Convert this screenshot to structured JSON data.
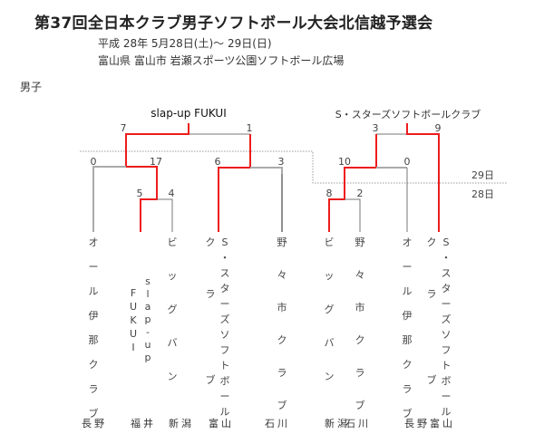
{
  "header": {
    "title": "第37回全日本クラブ男子ソフトボール大会北信越予選会",
    "date": "平成 28年  5月28日(土)～ 29日(日)",
    "venue": "富山県 富山市  岩瀬スポーツ公園ソフトボール広場"
  },
  "section_label": "男子",
  "day_labels": {
    "day2": "29日",
    "day1": "28日"
  },
  "colors": {
    "winner_line": "#ee1c1c",
    "loser_line": "#777777",
    "light_line": "#aaaaaa",
    "dotted": "#999999"
  },
  "brackets": [
    {
      "winner": "slap-up  FUKUI",
      "final_scores": [
        "7",
        "1"
      ],
      "semi_left_scores": [
        "0",
        "17"
      ],
      "first_round_scores": [
        "5",
        "4"
      ],
      "semi_right_scores": [
        "6",
        "3"
      ]
    },
    {
      "winner": "S・スターズソフトボールクラブ",
      "final_scores": [
        "3",
        "9"
      ],
      "semi_scores": [
        "10",
        "0"
      ],
      "first_round_scores": [
        "8",
        "2"
      ]
    }
  ],
  "teams": [
    {
      "name": "オール伊那クラブ",
      "prefecture": "長野"
    },
    {
      "name": "slap-up FUKUI",
      "prefecture": "福井"
    },
    {
      "name": "ビッグバン",
      "prefecture": "新潟"
    },
    {
      "name": "S・スターズソフトボールクラブ",
      "prefecture": "富山"
    },
    {
      "name": "野々市クラブ",
      "prefecture": "石川"
    },
    {
      "name": "ビッグバン",
      "prefecture": "新潟"
    },
    {
      "name": "野々市クラブ",
      "prefecture": "石川"
    },
    {
      "name": "オール伊那クラブ",
      "prefecture": "長野"
    },
    {
      "name": "S・スターズソフトボールクラブ",
      "prefecture": "富山"
    }
  ]
}
